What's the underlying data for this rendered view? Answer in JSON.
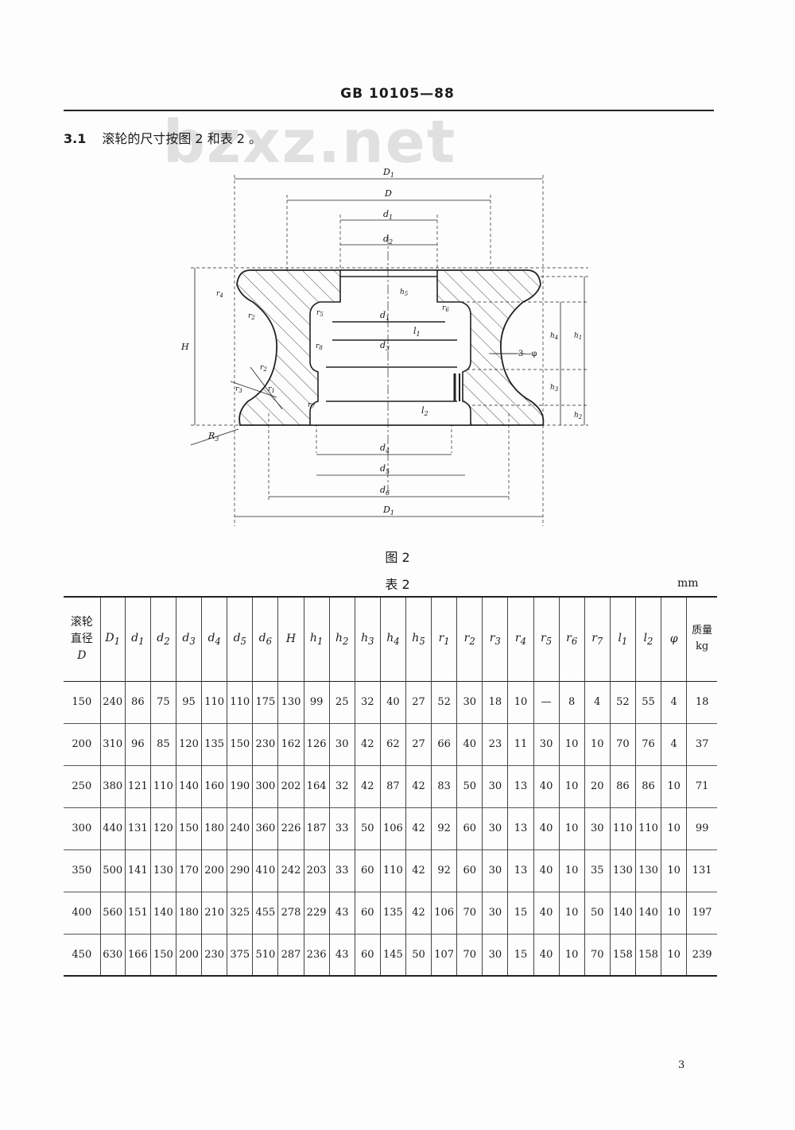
{
  "header": {
    "doc_code": "GB 10105—88"
  },
  "watermark": "bzxz.net",
  "section": {
    "number": "3.1",
    "text": "滚轮的尺寸按图 2 和表 2 。"
  },
  "figure": {
    "caption": "图 2",
    "labels": [
      "D1",
      "D",
      "d1",
      "d2",
      "H",
      "r4",
      "r2",
      "r5",
      "h5",
      "d1",
      "l1",
      "r6",
      "d3",
      "3—φ",
      "h4",
      "h1",
      "r8",
      "r2",
      "r3",
      "r1",
      "r7",
      "h3",
      "h2",
      "l2",
      "R3",
      "d4",
      "d5",
      "d6",
      "D1"
    ]
  },
  "table": {
    "caption": "表 2",
    "unit": "mm",
    "columns": [
      "滚轮 直径 D",
      "D1",
      "d1",
      "d2",
      "d3",
      "d4",
      "d5",
      "d6",
      "H",
      "h1",
      "h2",
      "h3",
      "h4",
      "h5",
      "r1",
      "r2",
      "r3",
      "r4",
      "r5",
      "r6",
      "r7",
      "l1",
      "l2",
      "φ",
      "质量 kg"
    ],
    "header": {
      "dia_line1": "滚轮",
      "dia_line2": "直径",
      "dia_line3": "D",
      "mass_line1": "质量",
      "mass_line2": "kg"
    },
    "rows": [
      [
        "150",
        "240",
        "86",
        "75",
        "95",
        "110",
        "110",
        "175",
        "130",
        "99",
        "25",
        "32",
        "40",
        "27",
        "52",
        "30",
        "18",
        "10",
        "—",
        "8",
        "4",
        "52",
        "55",
        "4",
        "18"
      ],
      [
        "200",
        "310",
        "96",
        "85",
        "120",
        "135",
        "150",
        "230",
        "162",
        "126",
        "30",
        "42",
        "62",
        "27",
        "66",
        "40",
        "23",
        "11",
        "30",
        "10",
        "10",
        "70",
        "76",
        "4",
        "37"
      ],
      [
        "250",
        "380",
        "121",
        "110",
        "140",
        "160",
        "190",
        "300",
        "202",
        "164",
        "32",
        "42",
        "87",
        "42",
        "83",
        "50",
        "30",
        "13",
        "40",
        "10",
        "20",
        "86",
        "86",
        "10",
        "71"
      ],
      [
        "300",
        "440",
        "131",
        "120",
        "150",
        "180",
        "240",
        "360",
        "226",
        "187",
        "33",
        "50",
        "106",
        "42",
        "92",
        "60",
        "30",
        "13",
        "40",
        "10",
        "30",
        "110",
        "110",
        "10",
        "99"
      ],
      [
        "350",
        "500",
        "141",
        "130",
        "170",
        "200",
        "290",
        "410",
        "242",
        "203",
        "33",
        "60",
        "110",
        "42",
        "92",
        "60",
        "30",
        "13",
        "40",
        "10",
        "35",
        "130",
        "130",
        "10",
        "131"
      ],
      [
        "400",
        "560",
        "151",
        "140",
        "180",
        "210",
        "325",
        "455",
        "278",
        "229",
        "43",
        "60",
        "135",
        "42",
        "106",
        "70",
        "30",
        "15",
        "40",
        "10",
        "50",
        "140",
        "140",
        "10",
        "197"
      ],
      [
        "450",
        "630",
        "166",
        "150",
        "200",
        "230",
        "375",
        "510",
        "287",
        "236",
        "43",
        "60",
        "145",
        "50",
        "107",
        "70",
        "30",
        "15",
        "40",
        "10",
        "70",
        "158",
        "158",
        "10",
        "239"
      ]
    ]
  },
  "page_number": "3"
}
